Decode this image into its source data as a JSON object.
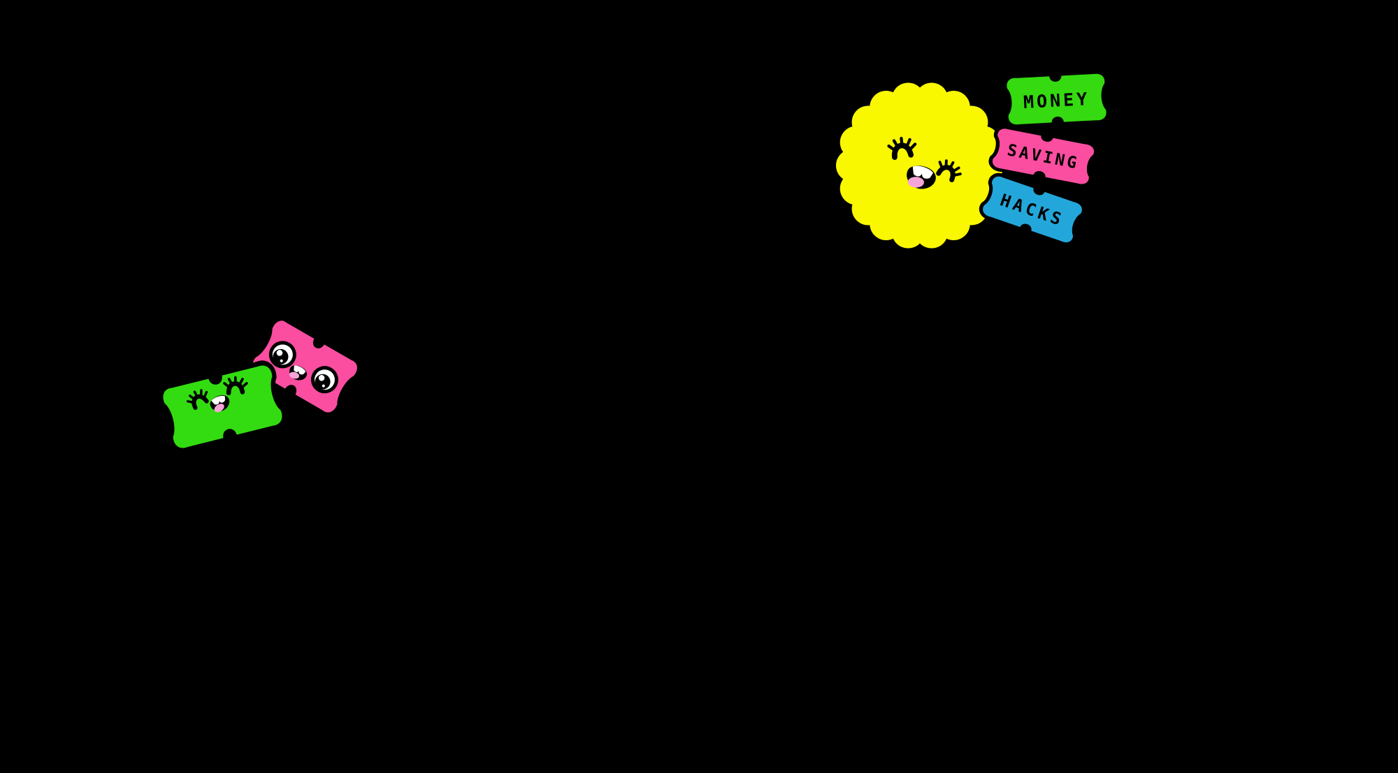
{
  "background_color": "#000000",
  "title_sticker": {
    "tags": [
      {
        "label": "MONEY",
        "color": "#35DA11"
      },
      {
        "label": "SAVING",
        "color": "#FB4EA0"
      },
      {
        "label": "HACKS",
        "color": "#23A7DA"
      }
    ],
    "label_text_color": "#000000",
    "flower_color": "#FAF800"
  },
  "tag_characters": {
    "pink_tag_color": "#FB4EA0",
    "green_tag_color": "#33DC10"
  },
  "face_colors": {
    "outline": "#000000",
    "teeth": "#FFFFFF",
    "tongue": "#F5A6D8"
  }
}
